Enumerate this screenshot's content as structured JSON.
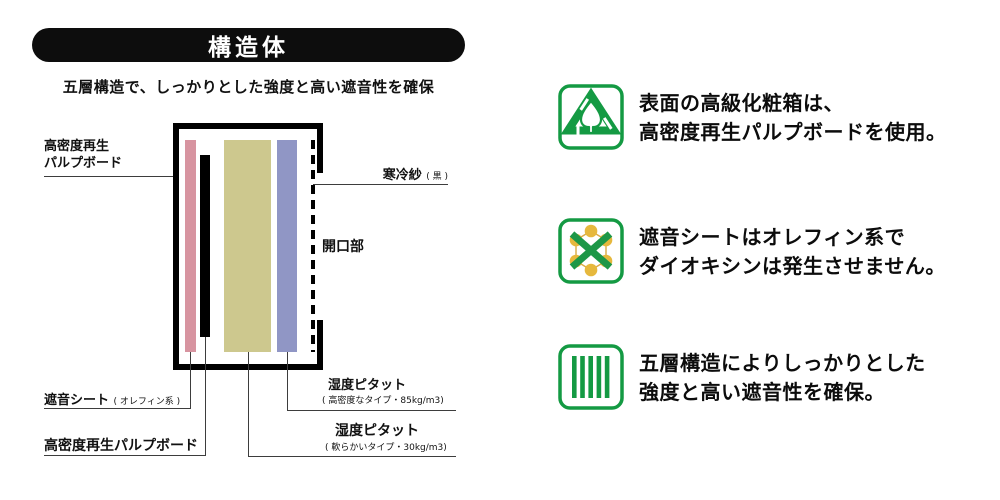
{
  "header": {
    "title_badge": "構造体",
    "subtitle": "五層構造で、しっかりとした強度と高い遮音性を確保"
  },
  "diagram": {
    "label_pulp_top_line1": "高密度再生",
    "label_pulp_top_line2": "パルプボード",
    "label_kanreisha": "寒冷紗",
    "label_kanreisha_note": "( 黒 )",
    "label_opening": "開口部",
    "label_shaon": "遮音シート",
    "label_shaon_note": "( オレフィン系 )",
    "label_pulp_bottom": "高密度再生パルプボード",
    "label_pitat_dense": "湿度ピタット",
    "label_pitat_dense_note": "( 高密度なタイプ・85kg/m3)",
    "label_pitat_soft": "湿度ピタット",
    "label_pitat_soft_note": "( 軟らかいタイプ・30kg/m3)",
    "layer_colors": {
      "outline_black": "#000000",
      "pink": "#d794a0",
      "black": "#000000",
      "beige": "#cdc88e",
      "purple": "#9096c5"
    }
  },
  "features": [
    {
      "icon": "recycled-pulp-mark-icon",
      "line1": "表面の高級化粧箱は、",
      "line2": "高密度再生パルプボードを使用。"
    },
    {
      "icon": "olefin-molecule-icon",
      "line1": "遮音シートはオレフィン系で",
      "line2": "ダイオキシンは発生させません。"
    },
    {
      "icon": "five-layer-icon",
      "line1": "五層構造によりしっかりとした",
      "line2": "強度と高い遮音性を確保。"
    }
  ],
  "colors": {
    "icon_green": "#149a43",
    "icon_gold": "#e6b83d",
    "badge_black": "#0d0d0d"
  }
}
